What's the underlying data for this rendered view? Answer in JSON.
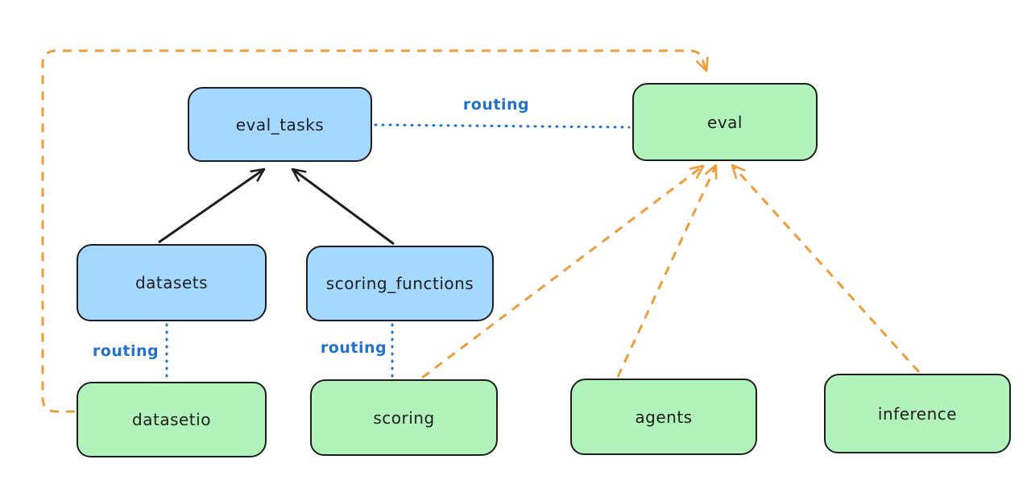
{
  "diagram": {
    "nodes": [
      {
        "id": "eval_tasks",
        "label": "eval_tasks",
        "kind": "resource"
      },
      {
        "id": "eval",
        "label": "eval",
        "kind": "api"
      },
      {
        "id": "datasets",
        "label": "datasets",
        "kind": "resource"
      },
      {
        "id": "scoring_functions",
        "label": "scoring_functions",
        "kind": "resource"
      },
      {
        "id": "datasetio",
        "label": "datasetio",
        "kind": "api"
      },
      {
        "id": "scoring",
        "label": "scoring",
        "kind": "api"
      },
      {
        "id": "agents",
        "label": "agents",
        "kind": "api"
      },
      {
        "id": "inference",
        "label": "inference",
        "kind": "api"
      }
    ],
    "edges": [
      {
        "from": "datasets",
        "to": "eval_tasks",
        "style": "solid-black-arrow",
        "label": ""
      },
      {
        "from": "scoring_functions",
        "to": "eval_tasks",
        "style": "solid-black-arrow",
        "label": ""
      },
      {
        "from": "eval_tasks",
        "to": "eval",
        "style": "dotted-blue",
        "label": "routing"
      },
      {
        "from": "datasets",
        "to": "datasetio",
        "style": "dotted-blue",
        "label": "routing"
      },
      {
        "from": "scoring_functions",
        "to": "scoring",
        "style": "dotted-blue",
        "label": "routing"
      },
      {
        "from": "datasetio",
        "to": "eval",
        "style": "dashed-orange-arrow",
        "label": ""
      },
      {
        "from": "scoring",
        "to": "eval",
        "style": "dashed-orange-arrow",
        "label": ""
      },
      {
        "from": "agents",
        "to": "eval",
        "style": "dashed-orange-arrow",
        "label": ""
      },
      {
        "from": "inference",
        "to": "eval",
        "style": "dashed-orange-arrow",
        "label": ""
      }
    ],
    "colors": {
      "blue_fill": "#a5d8ff",
      "green_fill": "#b2f2bb",
      "stroke": "#1e1e1e",
      "routing_blue": "#2472c8",
      "orange": "#ee9b3a",
      "background": "#ffffff"
    }
  }
}
